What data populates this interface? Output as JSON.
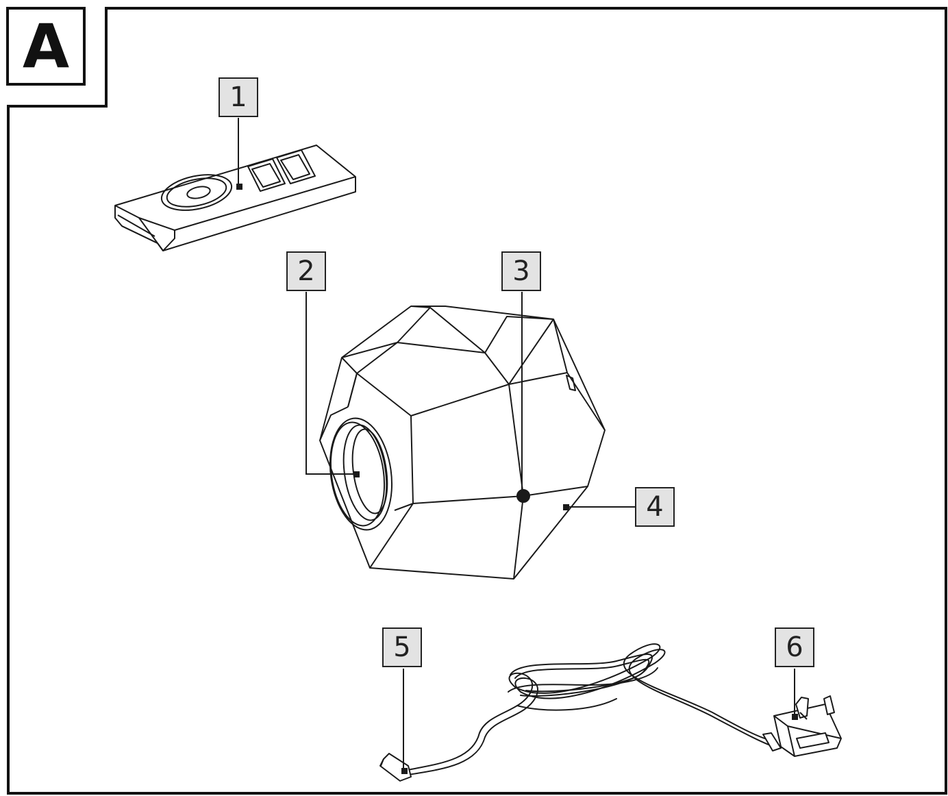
{
  "section": "A",
  "callouts": [
    {
      "id": "1",
      "part": "remote"
    },
    {
      "id": "2",
      "part": "lens"
    },
    {
      "id": "3",
      "part": "button"
    },
    {
      "id": "4",
      "part": "housing"
    },
    {
      "id": "5",
      "part": "dc-plug"
    },
    {
      "id": "6",
      "part": "mains-plug"
    }
  ],
  "colors": {
    "line": "#1a1a1a",
    "label_fill": "#e3e3e3",
    "background": "#ffffff"
  }
}
